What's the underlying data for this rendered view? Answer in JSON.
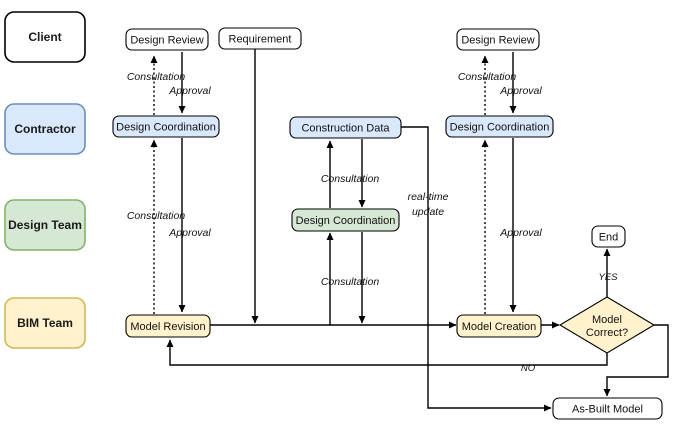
{
  "lanes": {
    "client": "Client",
    "contractor": "Contractor",
    "design_team": "Design Team",
    "bim_team": "BIM Team"
  },
  "nodes": {
    "design_review_1": "Design Review",
    "requirement": "Requirement",
    "design_review_2": "Design Review",
    "design_coordination_1": "Design Coordination",
    "construction_data": "Construction Data",
    "design_coordination_2": "Design Coordination",
    "design_coordination_team": "Design Coordination",
    "model_revision": "Model Revision",
    "model_creation": "Model Creation",
    "model_correct_line1": "Model",
    "model_correct_line2": "Correct?",
    "end": "End",
    "as_built_model": "As-Built Model"
  },
  "edge_labels": {
    "consultation_1": "Consultation",
    "approval_1": "Approval",
    "consultation_2": "Consultation",
    "approval_2": "Approval",
    "consultation_3": "Consultation",
    "consultation_4": "Consultation",
    "realtime_1": "real-time",
    "realtime_2": "update",
    "consultation_5": "Consultation",
    "approval_3": "Approval",
    "approval_4": "Approval",
    "yes": "YES",
    "no": "NO"
  },
  "colors": {
    "client": "#ffffff",
    "contractor": "#dae8fc",
    "design_team": "#d5e8d4",
    "bim_team": "#fff2cc"
  }
}
